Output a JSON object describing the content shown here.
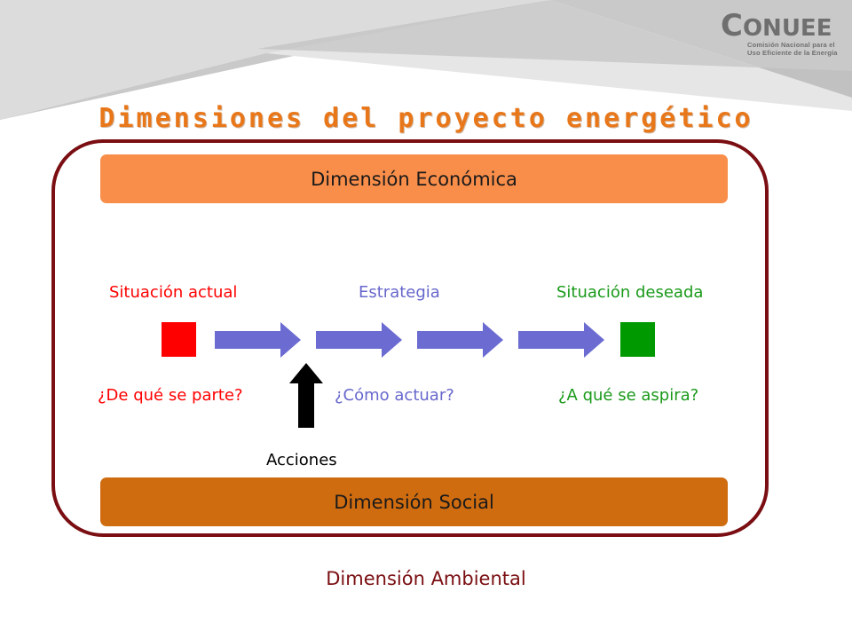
{
  "header": {
    "logo_word_big": "C",
    "logo_word_small": "ONUEE",
    "logo_line1": "Comisión Nacional para el",
    "logo_line2": "Uso Eficiente de la Energía"
  },
  "title": "Dimensiones del proyecto energético",
  "dimensions": {
    "economica": "Dimensión Económica",
    "social": "Dimensión Social",
    "ambiental": "Dimensión Ambiental"
  },
  "stages": {
    "actual": "Situación actual",
    "estrategia": "Estrategia",
    "deseada": "Situación deseada"
  },
  "questions": {
    "partida": "¿De qué se parte?",
    "actuar": "¿Cómo actuar?",
    "aspira": "¿A qué se aspira?"
  },
  "acciones": "Acciones",
  "colors": {
    "title": "#e8771a",
    "frame": "#7a0e12",
    "band_economica": "#f98e4a",
    "band_social": "#d06c10",
    "arrow": "#6b6bd2",
    "square_actual": "#ff0000",
    "square_deseada": "#009a00"
  }
}
